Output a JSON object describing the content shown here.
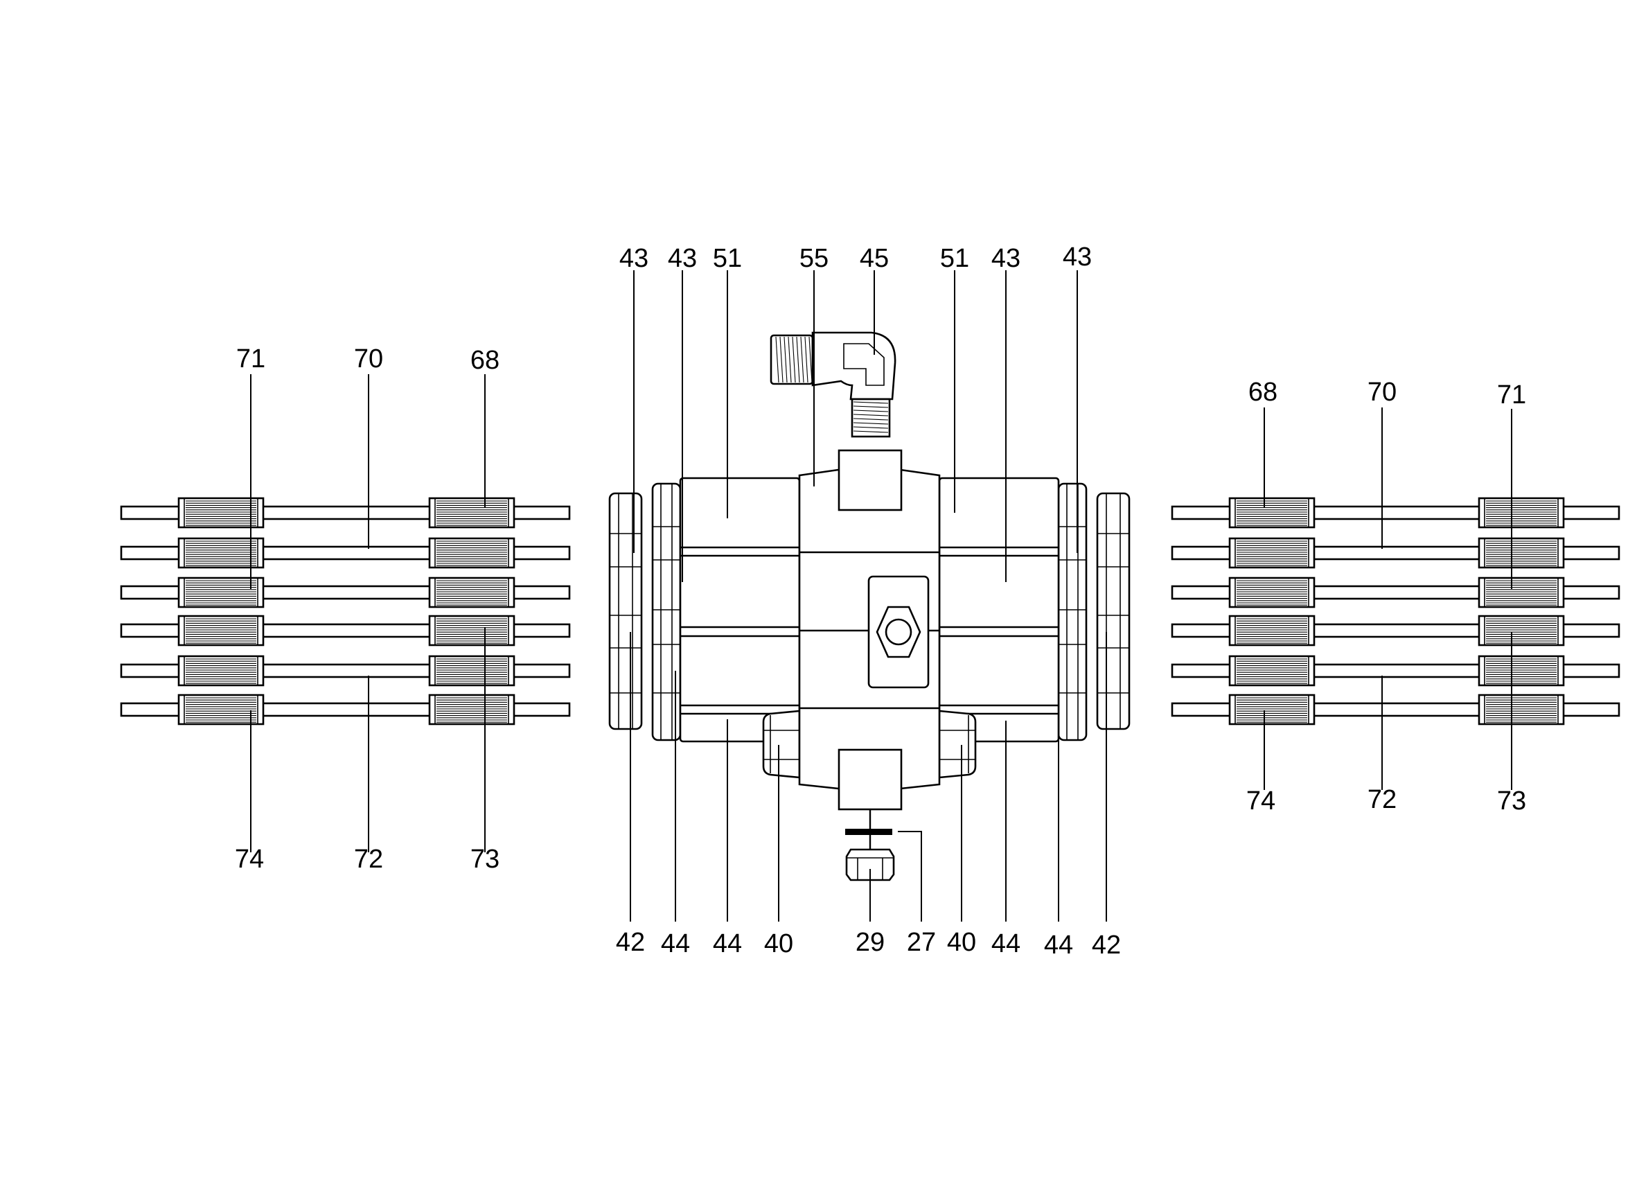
{
  "figure": {
    "stroke_color": "#000000",
    "background_color": "#ffffff"
  },
  "callouts": {
    "center_top": [
      "43",
      "43",
      "51",
      "55",
      "45",
      "51",
      "43",
      "43"
    ],
    "center_bottom": [
      "42",
      "44",
      "44",
      "40",
      "29",
      "27",
      "40",
      "44",
      "44",
      "42"
    ],
    "left_top": [
      "71",
      "70",
      "68"
    ],
    "left_bottom": [
      "74",
      "72",
      "73"
    ],
    "right_top": [
      "68",
      "70",
      "71"
    ],
    "right_bottom": [
      "74",
      "72",
      "73"
    ]
  }
}
